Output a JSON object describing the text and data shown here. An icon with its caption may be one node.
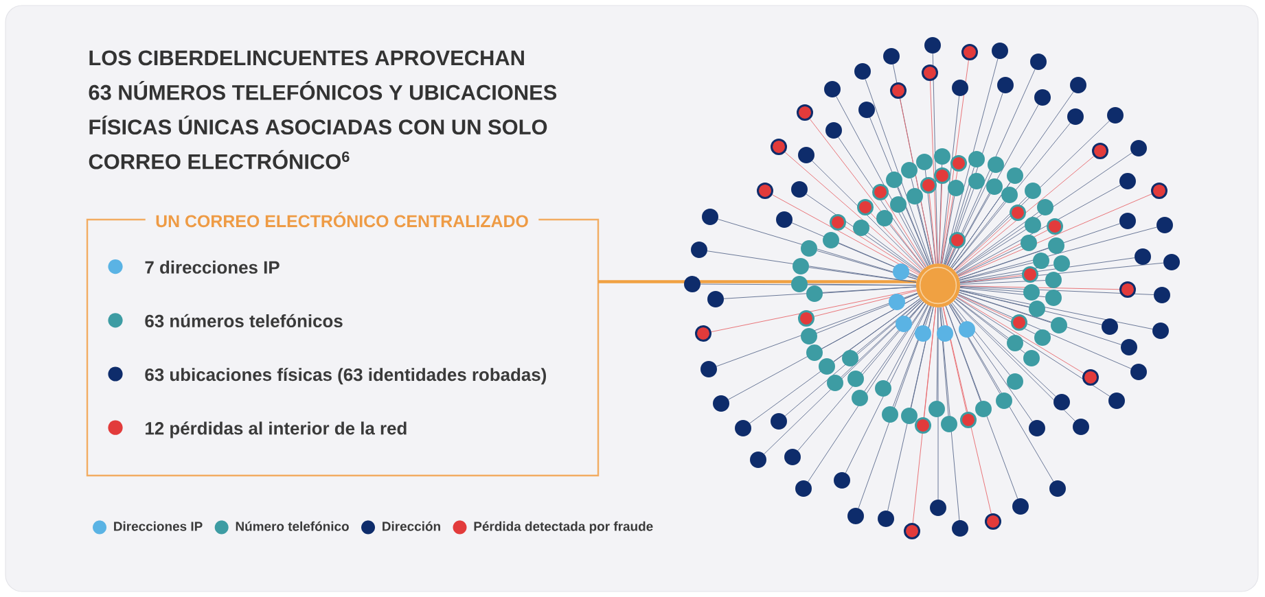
{
  "diagram": {
    "title": "LOS CIBERDELINCUENTES APROVECHAN 63 NÚMEROS TELEFÓNICOS Y UBICACIONES FÍSICAS ÚNICAS ASOCIADAS CON UN SOLO CORREO ELECTRÓNICO$^{6}$",
    "nodes": [
      {
        "text": [
          "UN CORREO ELECTRÓNICO CENTRALIZADO",
          "7 direcciones IP",
          "63 números telefónicos",
          "63 ubicaciones físicas (63 identidades robadas)",
          "12 pérdidas al interior de la red"
        ]
      },
      {
        "text": [],
        "shape": "circle"
      },
      {
        "text": [],
        "shape": "circle"
      },
      {
        "text": [],
        "shape": "circle"
      },
      {
        "text": [],
        "shape": "circle"
      },
      {
        "text": [],
        "shape": "circle"
      },
      {
        "text": [],
        "shape": "circle"
      },
      {
        "text": [],
        "shape": "circle"
      },
      {
        "text": [],
        "shape": "circle"
      },
      {
        "text": [],
        "shape": "circle"
      },
      {
        "text": [],
        "shape": "circle"
      },
      {
        "text": [],
        "shape": "circle"
      },
      {
        "text": [],
        "shape": "circle"
      },
      {
        "text": [],
        "shape": "circle"
      },
      {
        "text": [],
        "shape": "circle"
      },
      {
        "text": [],
        "shape": "circle"
      },
      {
        "text": [],
        "shape": "circle"
      },
      {
        "text": [],
        "shape": "circle"
      },
      {
        "text": [],
        "shape": "circle"
      },
      {
        "text": [],
        "shape": "circle"
      },
      {
        "text": [],
        "shape": "circle"
      },
      {
        "text": [],
        "shape": "circle"
      },
      {
        "text": [],
        "shape": "circle"
      },
      {
        "text": [],
        "shape": "circle"
      },
      {
        "text": [],
        "shape": "circle"
      },
      {
        "text": [],
        "shape": "circle"
      },
      {
        "text": [],
        "shape": "circle"
      },
      {
        "text": [],
        "shape": "circle"
      },
      {
        "text": [],
        "shape": "circle"
      },
      {
        "text": [],
        "shape": "circle"
      },
      {
        "text": [],
        "shape": "circle"
      },
      {
        "text": [],
        "shape": "circle"
      },
      {
        "text": [],
        "shape": "circle"
      },
      {
        "text": [],
        "shape": "circle"
      },
      {
        "text": [],
        "shape": "circle"
      },
      {
        "text": [],
        "shape": "circle"
      },
      {
        "text": [],
        "shape": "circle"
      },
      {
        "text": [],
        "shape": "circle"
      },
      {
        "text": [],
        "shape": "circle"
      },
      {
        "text": [],
        "shape": "circle"
      },
      {
        "text": [],
        "shape": "circle"
      },
      {
        "text": [],
        "shape": "circle"
      },
      {
        "text": [],
        "shape": "circle"
      },
      {
        "text": [],
        "shape": "circle"
      },
      {
        "text": [],
        "shape": "circle"
      },
      {
        "text": [],
        "shape": "circle"
      },
      {
        "text": [],
        "shape": "circle"
      },
      {
        "text": [],
        "shape": "circle"
      },
      {
        "text": [],
        "shape": "circle"
      },
      {
        "text": [],
        "shape": "circle"
      },
      {
        "text": [],
        "shape": "circle"
      },
      {
        "text": [],
        "shape": "circle"
      },
      {
        "text": [],
        "shape": "circle"
      },
      {
        "text": [],
        "shape": "circle"
      },
      {
        "text": [],
        "shape": "circle"
      },
      {
        "text": [],
        "shape": "circle"
      },
      {
        "text": [],
        "shape": "circle"
      },
      {
        "text": [],
        "shape": "circle"
      },
      {
        "text": [],
        "shape": "circle"
      },
      {
        "text": [],
        "shape": "circle"
      },
      {
        "text": [],
        "shape": "circle"
      },
      {
        "text": [],
        "shape": "circle"
      },
      {
        "text": [],
        "shape": "circle"
      },
      {
        "text": [],
        "shape": "circle"
      },
      {
        "text": [],
        "shape": "circle"
      },
      {
        "text": [],
        "shape": "circle"
      },
      {
        "text": [],
        "shape": "circle"
      },
      {
        "text": [],
        "shape": "circle"
      },
      {
        "text": [],
        "shape": "circle"
      },
      {
        "text": [],
        "shape": "circle"
      },
      {
        "text": [],
        "shape": "circle"
      },
      {
        "text": [],
        "shape": "circle"
      },
      {
        "text": [],
        "shape": "circle"
      },
      {
        "text": [],
        "shape": "circle"
      },
      {
        "text": [],
        "shape": "circle"
      },
      {
        "text": [],
        "shape": "circle"
      },
      {
        "text": [],
        "shape": "circle"
      },
      {
        "text": [],
        "shape": "circle"
      },
      {
        "text": [],
        "shape": "circle"
      },
      {
        "text": [],
        "shape": "circle"
      },
      {
        "text": [],
        "shape": "circle"
      },
      {
        "text": [],
        "shape": "circle"
      },
      {
        "text": [],
        "shape": "circle"
      },
      {
        "text": [],
        "shape": "circle"
      },
      {
        "text": [],
        "shape": "circle"
      },
      {
        "text": [],
        "shape": "circle"
      },
      {
        "text": [],
        "shape": "circle"
      },
      {
        "text": [],
        "shape": "circle"
      },
      {
        "text": [],
        "shape": "circle"
      },
      {
        "text": [],
        "shape": "circle"
      },
      {
        "text": [],
        "shape": "circle"
      },
      {
        "text": [],
        "shape": "circle"
      },
      {
        "text": [],
        "shape": "circle"
      },
      {
        "text": [],
        "shape": "circle"
      },
      {
        "text": [],
        "shape": "circle"
      },
      {
        "text": [],
        "shape": "circle"
      },
      {
        "text": [],
        "shape": "circle"
      },
      {
        "text": [],
        "shape": "circle"
      },
      {
        "text": [],
        "shape": "circle"
      },
      {
        "text": [],
        "shape": "circle"
      },
      {
        "text": [],
        "shape": "circle"
      },
      {
        "text": [],
        "shape": "circle"
      },
      {
        "text": [],
        "shape": "circle"
      },
      {
        "text": [],
        "shape": "circle"
      },
      {
        "text": [],
        "shape": "circle"
      },
      {
        "text": [],
        "shape": "circle"
      },
      {
        "text": [],
        "shape": "circle"
      },
      {
        "text": [],
        "shape": "circle"
      },
      {
        "text": [],
        "shape": "circle"
      },
      {
        "text": [],
        "shape": "circle"
      },
      {
        "text": [],
        "shape": "circle"
      },
      {
        "text": [],
        "shape": "circle"
      },
      {
        "text": [],
        "shape": "circle"
      },
      {
        "text": [],
        "shape": "circle"
      },
      {
        "text": [],
        "shape": "circle"
      },
      {
        "text": [],
        "shape": "circle"
      },
      {
        "text": [],
        "shape": "circle"
      },
      {
        "text": [],
        "shape": "circle"
      },
      {
        "text": [],
        "shape": "circle"
      },
      {
        "text": [],
        "shape": "circle"
      },
      {
        "text": [],
        "shape": "circle"
      },
      {
        "text": [],
        "shape": "circle"
      },
      {
        "text": [],
        "shape": "circle"
      },
      {
        "text": [],
        "shape": "circle"
      },
      {
        "text": [],
        "shape": "circle"
      },
      {
        "text": [],
        "shape": "circle"
      },
      {
        "text": [],
        "shape": "circle"
      },
      {
        "text": [],
        "shape": "circle"
      },
      {
        "text": [],
        "shape": "circle"
      },
      {
        "text": [],
        "shape": "circle"
      },
      {
        "text": [],
        "shape": "circle"
      },
      {
        "text": [],
        "shape": "circle"
      },
      {
        "text": [],
        "shape": "circle"
      },
      {
        "text": [],
        "shape": "circle"
      },
      {
        "text": [],
        "shape": "circle"
      }
    ],
    "edges": [
      {
        "from": 0,
        "to": 1,
        "arrow": "none",
        "style": "thick",
        "color": "#f0a142"
      },
      {
        "from": 1,
        "to": 2,
        "arrow": "none"
      },
      {
        "from": 1,
        "to": 3,
        "arrow": "none"
      },
      {
        "from": 1,
        "to": 4,
        "arrow": "none"
      },
      {
        "from": 1,
        "to": 5,
        "arrow": "none"
      },
      {
        "from": 1,
        "to": 6,
        "arrow": "none"
      },
      {
        "from": 1,
        "to": 7,
        "arrow": "none"
      },
      {
        "from": 1,
        "to": 8,
        "arrow": "none"
      },
      {
        "from": 1,
        "to": 9,
        "arrow": "none"
      },
      {
        "from": 1,
        "to": 10,
        "arrow": "none"
      },
      {
        "from": 1,
        "to": 11,
        "arrow": "none",
        "color": "#e8676b"
      },
      {
        "from": 1,
        "to": 12,
        "arrow": "none"
      },
      {
        "from": 1,
        "to": 13,
        "arrow": "none"
      },
      {
        "from": 1,
        "to": 14,
        "arrow": "none",
        "color": "#e8676b"
      },
      {
        "from": 1,
        "to": 15,
        "arrow": "none"
      },
      {
        "from": 1,
        "to": 16,
        "arrow": "none"
      },
      {
        "from": 1,
        "to": 17,
        "arrow": "none"
      },
      {
        "from": 1,
        "to": 18,
        "arrow": "none",
        "color": "#e8676b"
      },
      {
        "from": 1,
        "to": 19,
        "arrow": "none"
      },
      {
        "from": 1,
        "to": 20,
        "arrow": "none"
      },
      {
        "from": 1,
        "to": 21,
        "arrow": "none"
      },
      {
        "from": 1,
        "to": 22,
        "arrow": "none",
        "color": "#e8676b"
      },
      {
        "from": 1,
        "to": 23,
        "arrow": "none"
      },
      {
        "from": 1,
        "to": 24,
        "arrow": "none"
      },
      {
        "from": 1,
        "to": 25,
        "arrow": "none"
      },
      {
        "from": 1,
        "to": 26,
        "arrow": "none",
        "color": "#e8676b"
      },
      {
        "from": 1,
        "to": 27,
        "arrow": "none"
      },
      {
        "from": 1,
        "to": 28,
        "arrow": "none",
        "color": "#e8676b"
      },
      {
        "from": 1,
        "to": 29,
        "arrow": "none"
      },
      {
        "from": 1,
        "to": 30,
        "arrow": "none",
        "color": "#e8676b"
      },
      {
        "from": 1,
        "to": 31,
        "arrow": "none"
      },
      {
        "from": 1,
        "to": 32,
        "arrow": "none",
        "color": "#e8676b"
      },
      {
        "from": 1,
        "to": 33,
        "arrow": "none"
      },
      {
        "from": 1,
        "to": 34,
        "arrow": "none"
      },
      {
        "from": 1,
        "to": 35,
        "arrow": "none",
        "color": "#e8676b"
      },
      {
        "from": 1,
        "to": 36,
        "arrow": "none"
      },
      {
        "from": 1,
        "to": 37,
        "arrow": "none"
      },
      {
        "from": 1,
        "to": 38,
        "arrow": "none"
      },
      {
        "from": 1,
        "to": 39,
        "arrow": "none"
      },
      {
        "from": 1,
        "to": 40,
        "arrow": "none"
      },
      {
        "from": 1,
        "to": 41,
        "arrow": "none"
      },
      {
        "from": 1,
        "to": 42,
        "arrow": "none",
        "color": "#e8676b"
      },
      {
        "from": 1,
        "to": 43,
        "arrow": "none"
      },
      {
        "from": 1,
        "to": 44,
        "arrow": "none"
      },
      {
        "from": 1,
        "to": 45,
        "arrow": "none"
      },
      {
        "from": 1,
        "to": 46,
        "arrow": "none"
      },
      {
        "from": 1,
        "to": 47,
        "arrow": "none"
      },
      {
        "from": 1,
        "to": 48,
        "arrow": "none"
      },
      {
        "from": 1,
        "to": 49,
        "arrow": "none",
        "color": "#e8676b"
      },
      {
        "from": 1,
        "to": 50,
        "arrow": "none",
        "color": "#e8676b"
      },
      {
        "from": 1,
        "to": 51,
        "arrow": "none"
      },
      {
        "from": 1,
        "to": 52,
        "arrow": "none"
      },
      {
        "from": 1,
        "to": 53,
        "arrow": "none"
      },
      {
        "from": 1,
        "to": 54,
        "arrow": "none"
      },
      {
        "from": 1,
        "to": 55,
        "arrow": "none"
      },
      {
        "from": 1,
        "to": 56,
        "arrow": "none"
      },
      {
        "from": 1,
        "to": 57,
        "arrow": "none"
      },
      {
        "from": 1,
        "to": 58,
        "arrow": "none"
      },
      {
        "from": 1,
        "to": 59,
        "arrow": "none"
      },
      {
        "from": 1,
        "to": 60,
        "arrow": "none"
      },
      {
        "from": 1,
        "to": 61,
        "arrow": "none"
      },
      {
        "from": 1,
        "to": 62,
        "arrow": "none"
      },
      {
        "from": 1,
        "to": 63,
        "arrow": "none"
      },
      {
        "from": 1,
        "to": 64,
        "arrow": "none"
      },
      {
        "from": 1,
        "to": 65,
        "arrow": "none"
      },
      {
        "from": 1,
        "to": 66,
        "arrow": "none"
      },
      {
        "from": 1,
        "to": 67,
        "arrow": "none"
      },
      {
        "from": 1,
        "to": 68,
        "arrow": "none"
      },
      {
        "from": 1,
        "to": 69,
        "arrow": "none",
        "color": "#e8676b"
      },
      {
        "from": 1,
        "to": 70,
        "arrow": "none"
      },
      {
        "from": 1,
        "to": 71,
        "arrow": "none",
        "color": "#e8676b"
      },
      {
        "from": 1,
        "to": 72,
        "arrow": "none"
      },
      {
        "from": 1,
        "to": 73,
        "arrow": "none"
      },
      {
        "from": 1,
        "to": 74,
        "arrow": "none",
        "color": "#e8676b"
      },
      {
        "from": 1,
        "to": 75,
        "arrow": "none"
      },
      {
        "from": 1,
        "to": 76,
        "arrow": "none"
      },
      {
        "from": 1,
        "to": 77,
        "arrow": "none"
      },
      {
        "from": 1,
        "to": 78,
        "arrow": "none",
        "color": "#e8676b"
      },
      {
        "from": 1,
        "to": 79,
        "arrow": "none"
      },
      {
        "from": 1,
        "to": 80,
        "arrow": "none"
      },
      {
        "from": 1,
        "to": 81,
        "arrow": "none"
      },
      {
        "from": 1,
        "to": 82,
        "arrow": "none"
      },
      {
        "from": 1,
        "to": 83,
        "arrow": "none",
        "color": "#e8676b"
      },
      {
        "from": 1,
        "to": 84,
        "arrow": "none"
      },
      {
        "from": 1,
        "to": 85,
        "arrow": "none"
      },
      {
        "from": 1,
        "to": 86,
        "arrow": "none",
        "color": "#e8676b"
      },
      {
        "from": 1,
        "to": 87,
        "arrow": "none"
      },
      {
        "from": 1,
        "to": 88,
        "arrow": "none"
      },
      {
        "from": 1,
        "to": 89,
        "arrow": "none"
      },
      {
        "from": 1,
        "to": 90,
        "arrow": "none",
        "color": "#e8676b"
      },
      {
        "from": 1,
        "to": 91,
        "arrow": "none"
      },
      {
        "from": 1,
        "to": 92,
        "arrow": "none",
        "color": "#e8676b"
      },
      {
        "from": 1,
        "to": 93,
        "arrow": "none"
      },
      {
        "from": 1,
        "to": 94,
        "arrow": "none"
      },
      {
        "from": 1,
        "to": 95,
        "arrow": "none"
      },
      {
        "from": 1,
        "to": 96,
        "arrow": "none",
        "color": "#e8676b"
      },
      {
        "from": 1,
        "to": 97,
        "arrow": "none",
        "color": "#e8676b"
      },
      {
        "from": 1,
        "to": 98,
        "arrow": "none"
      },
      {
        "from": 1,
        "to": 99,
        "arrow": "none"
      },
      {
        "from": 1,
        "to": 100,
        "arrow": "none"
      },
      {
        "from": 1,
        "to": 101,
        "arrow": "none"
      },
      {
        "from": 1,
        "to": 102,
        "arrow": "none"
      },
      {
        "from": 1,
        "to": 103,
        "arrow": "none"
      },
      {
        "from": 1,
        "to": 104,
        "arrow": "none"
      },
      {
        "from": 1,
        "to": 105,
        "arrow": "none"
      },
      {
        "from": 1,
        "to": 106,
        "arrow": "none",
        "color": "#e8676b"
      },
      {
        "from": 1,
        "to": 107,
        "arrow": "none"
      },
      {
        "from": 1,
        "to": 108,
        "arrow": "none"
      },
      {
        "from": 1,
        "to": 109,
        "arrow": "none"
      },
      {
        "from": 1,
        "to": 110,
        "arrow": "none"
      },
      {
        "from": 1,
        "to": 111,
        "arrow": "none",
        "color": "#e8676b"
      },
      {
        "from": 1,
        "to": 112,
        "arrow": "none"
      },
      {
        "from": 1,
        "to": 113,
        "arrow": "none"
      },
      {
        "from": 1,
        "to": 114,
        "arrow": "none"
      },
      {
        "from": 1,
        "to": 115,
        "arrow": "none",
        "color": "#e8676b"
      },
      {
        "from": 1,
        "to": 116,
        "arrow": "none"
      },
      {
        "from": 1,
        "to": 117,
        "arrow": "none"
      },
      {
        "from": 1,
        "to": 118,
        "arrow": "none"
      },
      {
        "from": 1,
        "to": 119,
        "arrow": "none"
      },
      {
        "from": 1,
        "to": 120,
        "arrow": "none"
      },
      {
        "from": 1,
        "to": 121,
        "arrow": "none"
      },
      {
        "from": 1,
        "to": 122,
        "arrow": "none"
      },
      {
        "from": 1,
        "to": 123,
        "arrow": "none"
      },
      {
        "from": 1,
        "to": 124,
        "arrow": "none"
      },
      {
        "from": 1,
        "to": 125,
        "arrow": "none"
      },
      {
        "from": 1,
        "to": 126,
        "arrow": "none"
      },
      {
        "from": 1,
        "to": 127,
        "arrow": "none"
      },
      {
        "from": 1,
        "to": 128,
        "arrow": "none"
      },
      {
        "from": 1,
        "to": 129,
        "arrow": "none"
      },
      {
        "from": 1,
        "to": 130,
        "arrow": "none"
      },
      {
        "from": 1,
        "to": 131,
        "arrow": "none"
      },
      {
        "from": 1,
        "to": 132,
        "arrow": "none",
        "color": "#e8676b"
      },
      {
        "from": 1,
        "to": 133,
        "arrow": "none"
      },
      {
        "from": 1,
        "to": 134,
        "arrow": "none",
        "color": "#e8676b"
      }
    ],
    "legend": [
      {
        "text": "Direcciones IP",
        "color": "#5ab3e4"
      },
      {
        "text": "Número telefónico",
        "color": "#3d9ca3"
      },
      {
        "text": "Dirección",
        "color": "#0e2c6b"
      },
      {
        "text": "Pérdida detectada por fraude",
        "color": "#e23b3b"
      }
    ]
  }
}
